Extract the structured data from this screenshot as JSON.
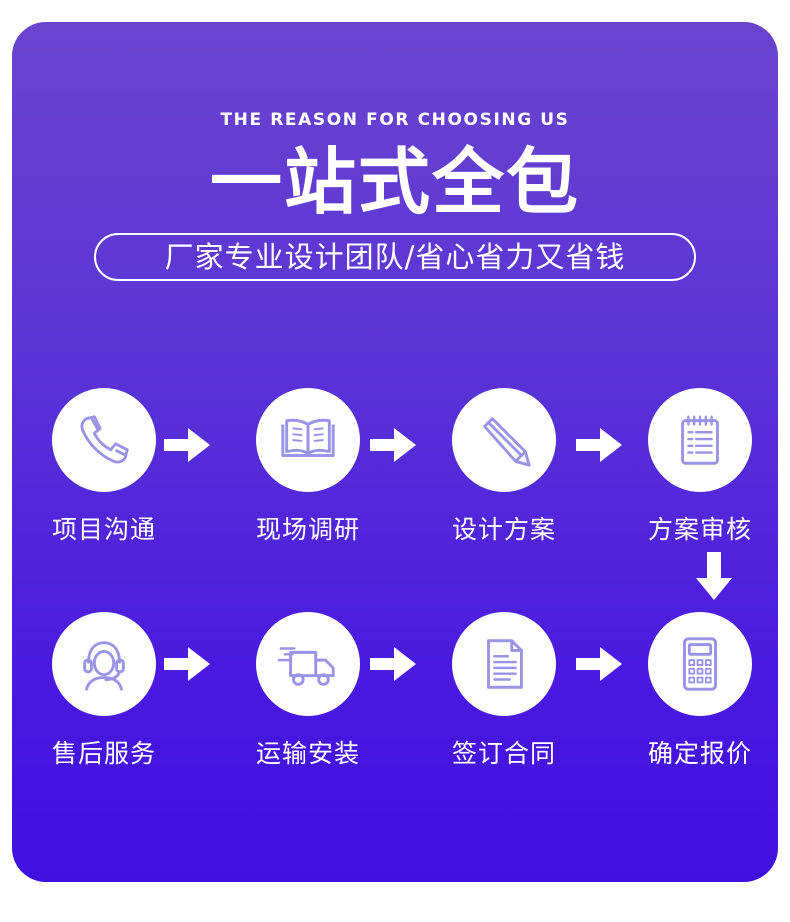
{
  "header": {
    "eyebrow": "THE REASON FOR CHOOSING US",
    "title": "一站式全包",
    "subtitle": "厂家专业设计团队/省心省力又省钱"
  },
  "steps": [
    {
      "label": "项目沟通",
      "icon": "phone-icon"
    },
    {
      "label": "现场调研",
      "icon": "book-icon"
    },
    {
      "label": "设计方案",
      "icon": "pencil-icon"
    },
    {
      "label": "方案审核",
      "icon": "notepad-icon"
    },
    {
      "label": "确定报价",
      "icon": "calculator-icon"
    },
    {
      "label": "签订合同",
      "icon": "document-icon"
    },
    {
      "label": "运输安装",
      "icon": "truck-icon"
    },
    {
      "label": "售后服务",
      "icon": "headset-icon"
    }
  ],
  "colors": {
    "gradient_top": "#6a44cf",
    "gradient_bottom": "#3f10e0",
    "icon_stroke": "#9a94e6"
  }
}
